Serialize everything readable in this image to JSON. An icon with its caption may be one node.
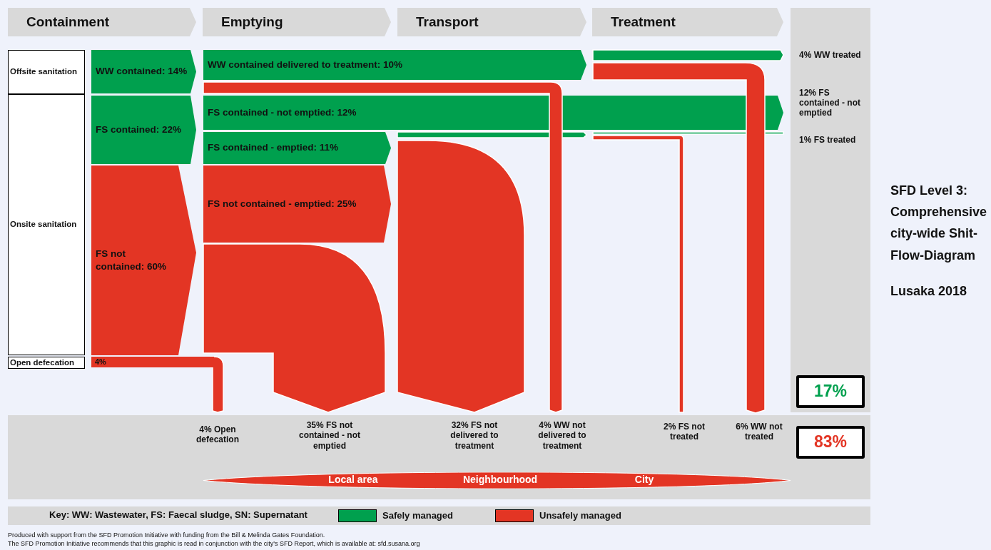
{
  "diagram": {
    "title": "SFD Level 3: Comprehensive city-wide Shit-Flow-Diagram",
    "nodes": [
      {
        "text": [
          "Containment"
        ]
      },
      {
        "text": [
          "Emptying"
        ]
      },
      {
        "text": [
          "Transport"
        ]
      },
      {
        "text": [
          "Treatment"
        ]
      },
      {
        "text": [
          "Offsite sanitation"
        ]
      },
      {
        "text": [
          "Onsite sanitation"
        ]
      },
      {
        "text": [
          "Open defecation"
        ]
      },
      {
        "text": [
          "WW contained: 14%"
        ]
      },
      {
        "text": [
          "FS contained: 22%"
        ]
      },
      {
        "text": [
          "FS not contained: 60%"
        ]
      },
      {
        "text": [
          "4%"
        ]
      },
      {
        "text": [
          "WW contained delivered to treatment: 10%"
        ]
      },
      {
        "text": [
          "FS contained - not emptied: 12%"
        ]
      },
      {
        "text": [
          "FS contained - emptied: 11%"
        ]
      },
      {
        "text": [
          "FS not contained - emptied: 25%"
        ]
      },
      {
        "text": [
          "17%"
        ]
      },
      {
        "text": [
          "83%"
        ]
      },
      {
        "text": [
          "Local area",
          "Neighbourhood",
          "City"
        ]
      },
      {
        "text": [],
        "shape": "band"
      },
      {
        "text": [],
        "shape": "band"
      },
      {
        "text": [],
        "shape": "band"
      },
      {
        "text": [],
        "shape": "band"
      },
      {
        "text": [],
        "shape": "band"
      },
      {
        "text": [],
        "shape": "band"
      },
      {
        "text": [],
        "shape": "band"
      },
      {
        "text": [],
        "shape": "band"
      },
      {
        "text": [],
        "shape": "band"
      }
    ],
    "labels": [
      "4% WW treated",
      "12% FS contained - not emptied",
      "1% FS treated",
      "4% Open defecation",
      "35% FS not contained - not emptied",
      "32% FS not delivered to treatment",
      "4% WW not delivered to treatment",
      "2% FS not treated",
      "6% WW not treated",
      "Lusaka 2018",
      "Key: WW: Wastewater, FS: Faecal sludge, SN: Supernatant",
      "Produced with support from the SFD Promotion Initiative with funding from the Bill & Melinda Gates Foundation.",
      "The SFD Promotion Initiative recommends that this graphic is read in conjunction with the city's SFD Report, which is available at: sfd.susana.org"
    ],
    "legend": [
      {
        "text": "Safely managed",
        "color": "#00a04e"
      },
      {
        "text": "Unsafely managed",
        "color": "#e33524"
      }
    ]
  }
}
